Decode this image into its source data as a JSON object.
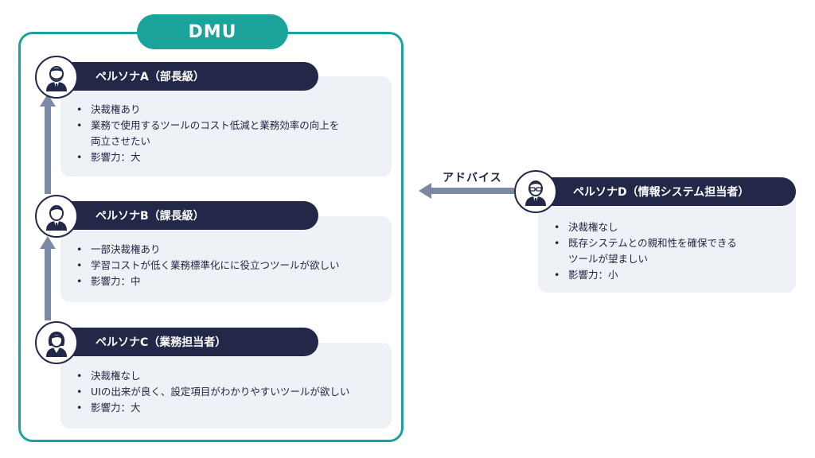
{
  "dmu_label": "DMU",
  "advice_label": "アドバイス",
  "colors": {
    "teal": "#1aa39a",
    "navy": "#232748",
    "card_bg": "#eef1f6",
    "arrow": "#7b8aa3"
  },
  "personas": {
    "a": {
      "title": "ペルソナA（部長級）",
      "icon": "manager-beard-icon",
      "bullets": [
        "決裁権あり",
        "業務で使用するツールのコスト低減と業務効率の向上を\n両立させたい",
        "影響力：大"
      ]
    },
    "b": {
      "title": "ペルソナB（課長級）",
      "icon": "manager-icon",
      "bullets": [
        "一部決裁権あり",
        "学習コストが低く業務標準化にに役立つツールが欲しい",
        "影響力：中"
      ]
    },
    "c": {
      "title": "ペルソナC（業務担当者）",
      "icon": "woman-staff-icon",
      "bullets": [
        "決裁権なし",
        "UIの出来が良く、設定項目がわかりやすいツールが欲しい",
        "影響力：大"
      ]
    },
    "d": {
      "title": "ペルソナD（情報システム担当者）",
      "icon": "glasses-man-icon",
      "bullets": [
        "決裁権なし",
        "既存システムとの親和性を確保できる\nツールが望ましい",
        "影響力：小"
      ]
    }
  }
}
